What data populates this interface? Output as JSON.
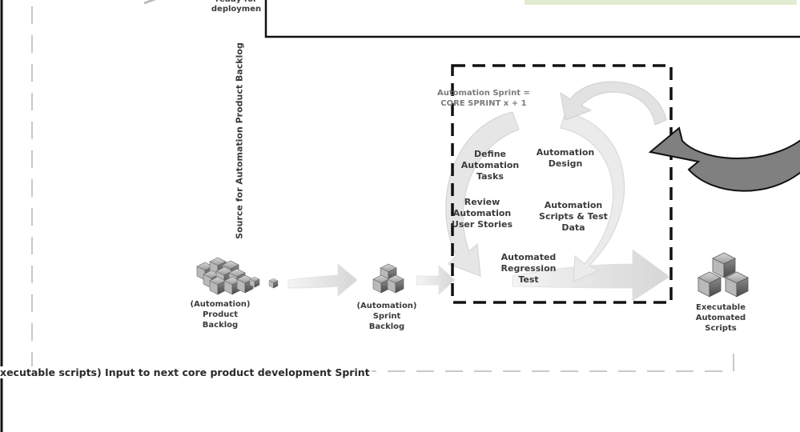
{
  "top_fragment": "ready for\ndeploymen",
  "vertical_label": "Source for Automation Product Backlog",
  "sprint_note": "Automation Sprint =\nCORE SPRINT x + 1",
  "cycle_steps": {
    "define": "Define\nAutomation\nTasks",
    "design": "Automation\nDesign",
    "review": "Review\nAutomation\nUser Stories",
    "scripts": "Automation\nScripts & Test\nData",
    "regression": "Automated\nRegression\nTest"
  },
  "artifacts": {
    "product_backlog": "(Automation)\nProduct\nBacklog",
    "sprint_backlog": "(Automation)\nSprint\nBacklog",
    "executable_scripts": "Executable\nAutomated\nScripts"
  },
  "bottom_label": "xecutable scripts) Input to next core product development Sprint",
  "colors": {
    "dashed_border": "#111111",
    "gray_arrow": "#808080",
    "light_arrow": "#e4e4e4",
    "cube": "#8c8c8c"
  }
}
